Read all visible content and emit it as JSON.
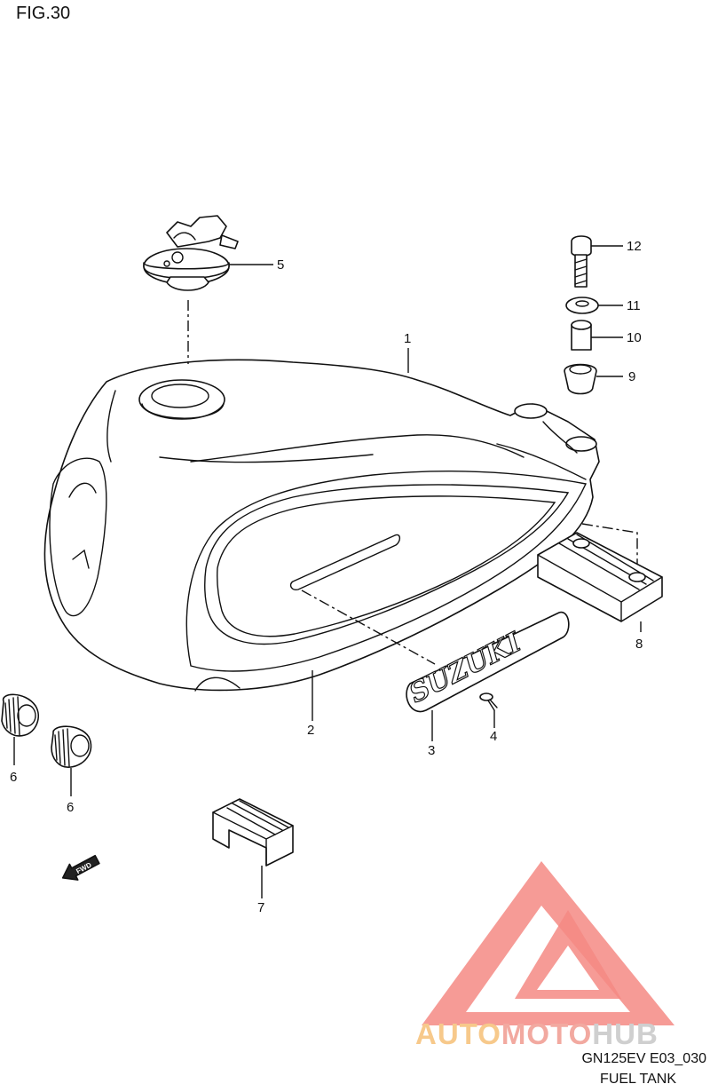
{
  "figure": {
    "title": "FIG.30",
    "code": "GN125EV E03_030",
    "name": "FUEL TANK"
  },
  "callouts": {
    "c1": "1",
    "c2": "2",
    "c3": "3",
    "c4": "4",
    "c5": "5",
    "c6a": "6",
    "c6b": "6",
    "c7": "7",
    "c8": "8",
    "c9": "9",
    "c10": "10",
    "c11": "11",
    "c12": "12"
  },
  "fwd_label": "FWD",
  "emblem_text": "SUZUKI",
  "watermark": {
    "part1": "AUTO",
    "part2": "MOTO",
    "part3": "HUB",
    "colors": {
      "auto": "#f7c98b",
      "moto": "#f2a9a0",
      "hub": "#cfcfcf",
      "logo": "#f58a84"
    }
  }
}
